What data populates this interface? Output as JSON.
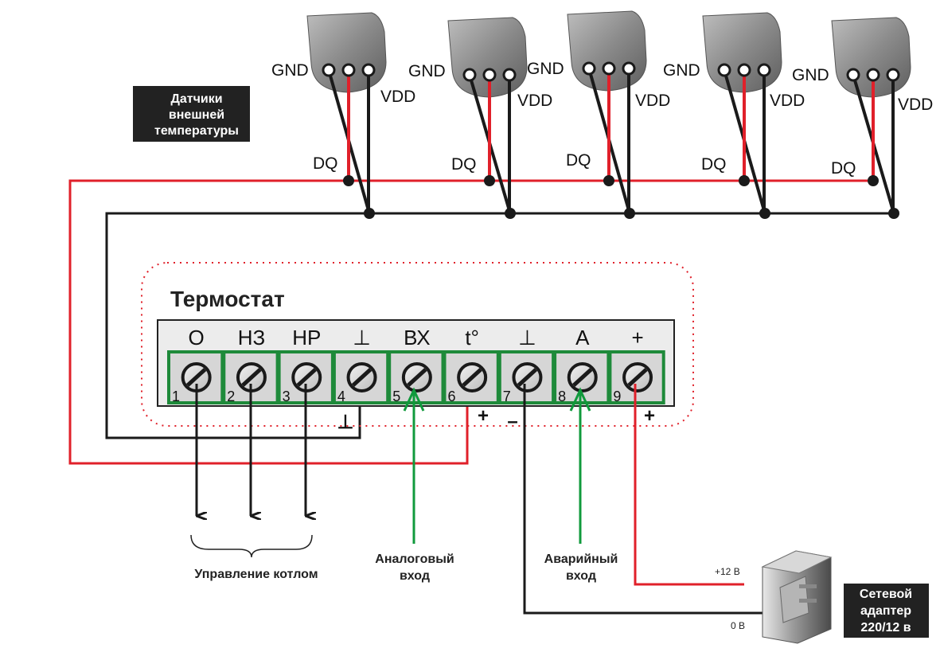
{
  "sensors_label": [
    "Датчики",
    "внешней",
    "температуры"
  ],
  "sensor_pins": {
    "gnd": "GND",
    "vdd": "VDD",
    "dq": "DQ"
  },
  "thermostat_title": "Термостат",
  "terminals": [
    {
      "label": "О",
      "number": "1"
    },
    {
      "label": "НЗ",
      "number": "2"
    },
    {
      "label": "НР",
      "number": "3"
    },
    {
      "label": "⊥",
      "number": "4"
    },
    {
      "label": "ВХ",
      "number": "5"
    },
    {
      "label": "t°",
      "number": "6"
    },
    {
      "label": "⊥",
      "number": "7"
    },
    {
      "label": "А",
      "number": "8"
    },
    {
      "label": "+",
      "number": "9"
    }
  ],
  "marks": {
    "ground_under_4": "⊥",
    "plus_6": "+",
    "minus_7": "–",
    "plus_9": "+"
  },
  "boiler_control": "Управление котлом",
  "analog_input": [
    "Аналоговый",
    "вход"
  ],
  "alarm_input": [
    "Аварийный",
    "вход"
  ],
  "adapter_voltage_plus": "+12 В",
  "adapter_voltage_zero": "0 В",
  "adapter_label": [
    "Сетевой",
    "адаптер",
    "220/12 в"
  ],
  "colors": {
    "red_wire": "#e0202a",
    "black_wire": "#1a1a1a",
    "green_wire": "#109a3c",
    "terminal_border": "#1e8a3a"
  }
}
